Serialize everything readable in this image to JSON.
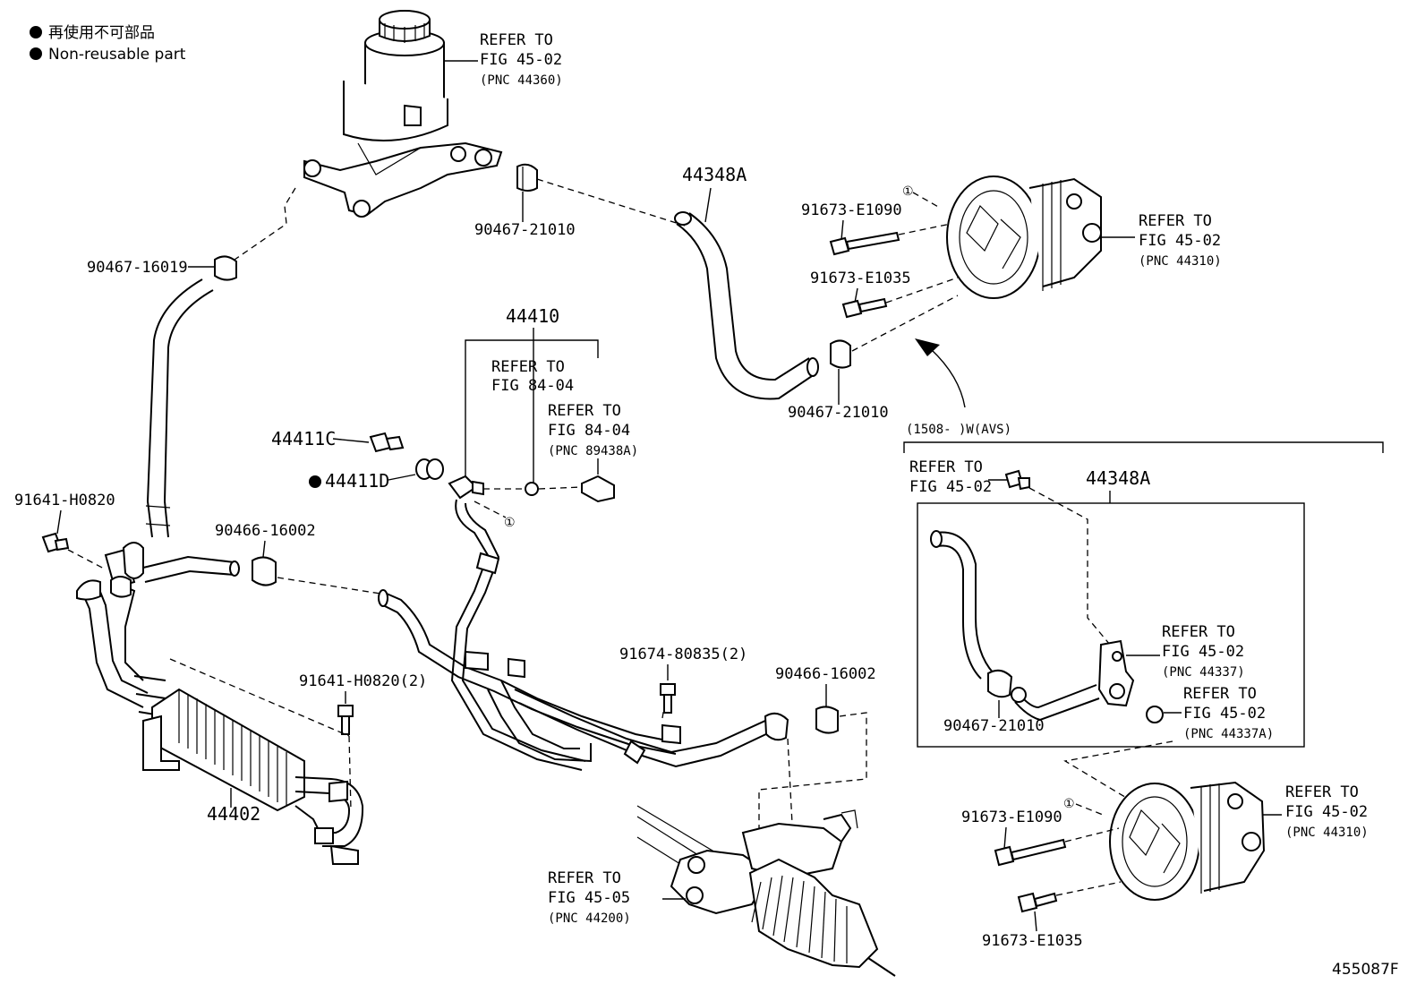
{
  "legend": {
    "line1": "再使用不可部品",
    "line2": "Non-reusable part"
  },
  "labels": {
    "ref_res_1": "REFER TO",
    "ref_res_2": "FIG 45-02",
    "ref_res_3": "(PNC 44360)",
    "p90467_21010_top": "90467-21010",
    "p44348A_top": "44348A",
    "p91673_E1090_top": "91673-E1090",
    "p91673_E1035_top": "91673-E1035",
    "ref_pump_1": "REFER TO",
    "ref_pump_2": "FIG 45-02",
    "ref_pump_3": "(PNC 44310)",
    "p90467_16019": "90467-16019",
    "p44410": "44410",
    "ref_8404a_1": "REFER TO",
    "ref_8404a_2": "FIG 84-04",
    "ref_8404b_1": "REFER TO",
    "ref_8404b_2": "FIG 84-04",
    "ref_8404b_3": "(PNC 89438A)",
    "p44411C": "44411C",
    "p44411D": "44411D",
    "p90467_21010_mid": "90467-21010",
    "range_label": "(1508-      )W(AVS)",
    "p91641_H0820": "91641-H0820",
    "p90466_16002_left": "90466-16002",
    "ref_inset_bolt_1": "REFER TO",
    "ref_inset_bolt_2": "FIG 45-02",
    "p44348A_inset": "44348A",
    "p91641_H0820_2": "91641-H0820(2)",
    "p91674_80835_2": "91674-80835(2)",
    "p90466_16002_right": "90466-16002",
    "ref_44337_1": "REFER TO",
    "ref_44337_2": "FIG 45-02",
    "ref_44337_3": "(PNC 44337)",
    "ref_44337A_1": "REFER TO",
    "ref_44337A_2": "FIG 45-02",
    "ref_44337A_3": "(PNC 44337A)",
    "p90467_21010_inset": "90467-21010",
    "p44402": "44402",
    "ref_rack_1": "REFER TO",
    "ref_rack_2": "FIG 45-05",
    "ref_rack_3": "(PNC 44200)",
    "p91673_E1090_bottom": "91673-E1090",
    "ref_pump2_1": "REFER TO",
    "ref_pump2_2": "FIG 45-02",
    "ref_pump2_3": "(PNC 44310)",
    "p91673_E1035_bottom": "91673-E1035",
    "circle_1": "①",
    "figure_id": "455087F"
  }
}
